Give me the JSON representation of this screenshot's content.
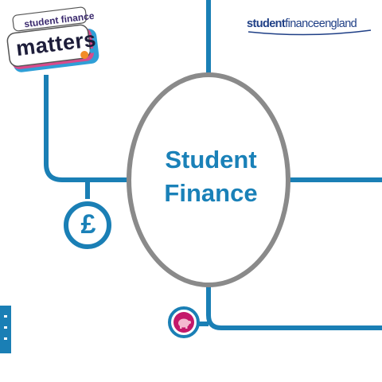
{
  "logo_left": {
    "line1": "student finance",
    "line2": "matters"
  },
  "brand_right": {
    "part1": "student",
    "part2": "finance",
    "part3": "england"
  },
  "center": {
    "line1": "Student",
    "line2": "Finance"
  },
  "icons": {
    "pound": "pound-icon",
    "piggy_bank": "piggy-bank-icon",
    "pound_glyph": "£"
  },
  "colors": {
    "line_blue": "#1a7fb5",
    "circle_stroke": "#8a8a8a",
    "title_blue": "#1a81b8",
    "piggy_magenta": "#c4186a",
    "brand_navy": "#1f3f86"
  }
}
